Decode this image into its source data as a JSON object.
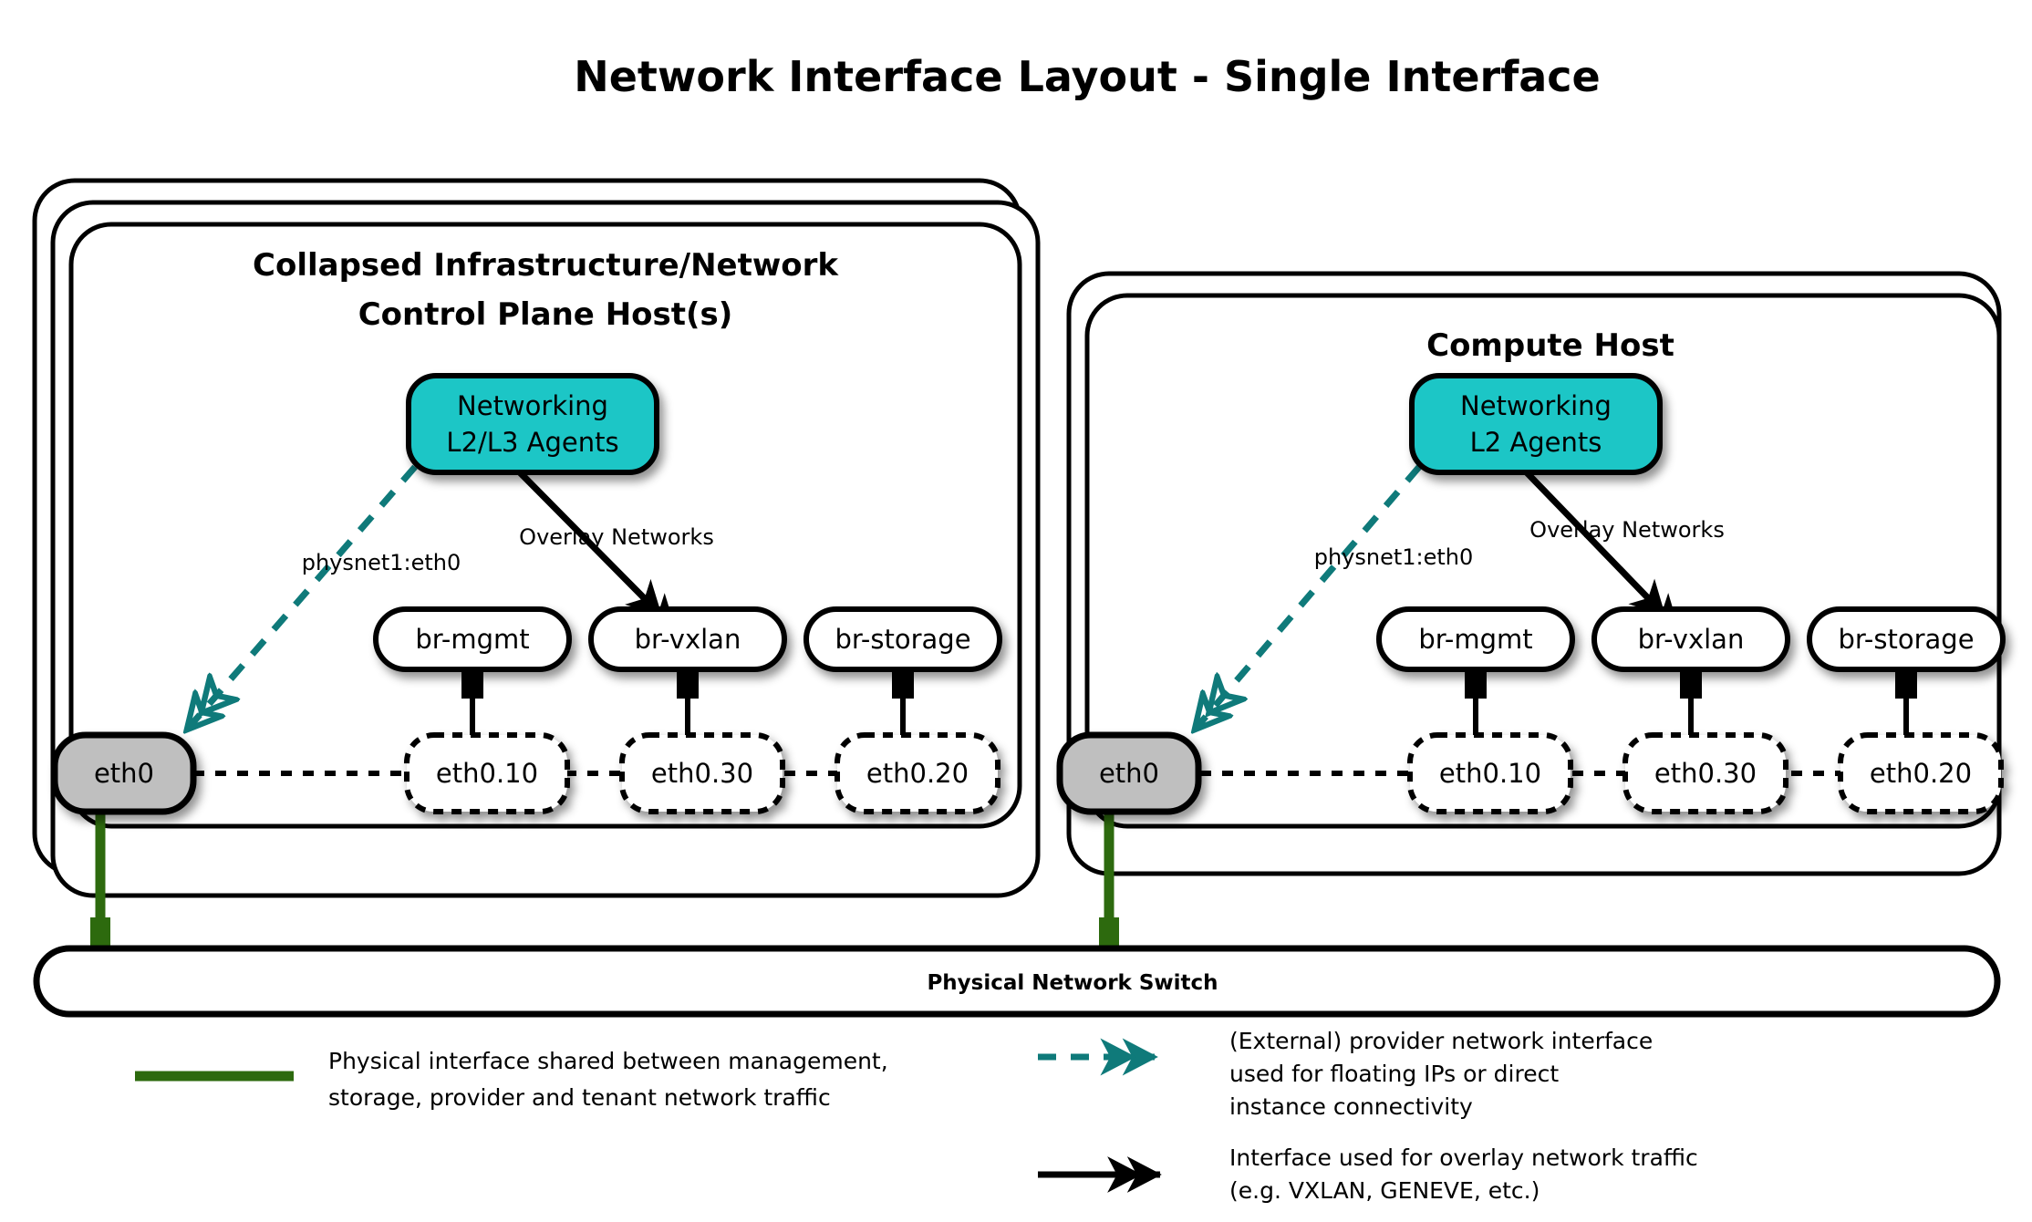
{
  "title": "Network Interface Layout - Single Interface",
  "colors": {
    "agent_fill": "#1ec6c6",
    "eth0_fill": "#bfbfbf",
    "cable_green": "#2d6a0e",
    "provider_teal": "#0f7a7a",
    "outline": "#000000",
    "background": "#ffffff"
  },
  "hosts": [
    {
      "id": "control-plane",
      "title_line1": "Collapsed Infrastructure/Network",
      "title_line2": "Control Plane Host(s)",
      "stack_count": 3,
      "agent": {
        "line1": "Networking",
        "line2": "L2/L3 Agents"
      },
      "provider_label": "physnet1:eth0",
      "overlay_label": "Overlay Networks",
      "physical_interface": "eth0",
      "bridges": [
        {
          "name": "br-mgmt",
          "vlan": "eth0.10"
        },
        {
          "name": "br-vxlan",
          "vlan": "eth0.30"
        },
        {
          "name": "br-storage",
          "vlan": "eth0.20"
        }
      ]
    },
    {
      "id": "compute",
      "title_line1": "Compute Host",
      "title_line2": "",
      "stack_count": 2,
      "agent": {
        "line1": "Networking",
        "line2": "L2 Agents"
      },
      "provider_label": "physnet1:eth0",
      "overlay_label": "Overlay Networks",
      "physical_interface": "eth0",
      "bridges": [
        {
          "name": "br-mgmt",
          "vlan": "eth0.10"
        },
        {
          "name": "br-vxlan",
          "vlan": "eth0.30"
        },
        {
          "name": "br-storage",
          "vlan": "eth0.20"
        }
      ]
    }
  ],
  "switch": {
    "label": "Physical Network Switch"
  },
  "legend": [
    {
      "id": "physical",
      "style": "solid-green",
      "lines": [
        "Physical interface shared between management,",
        "storage, provider and tenant network traffic"
      ]
    },
    {
      "id": "provider",
      "style": "dashed-teal-arrow",
      "lines": [
        "(External) provider network interface",
        "used for floating IPs or direct",
        "instance connectivity"
      ]
    },
    {
      "id": "overlay",
      "style": "solid-black-arrow",
      "lines": [
        "Interface used for overlay network traffic",
        "(e.g. VXLAN, GENEVE, etc.)"
      ]
    }
  ]
}
